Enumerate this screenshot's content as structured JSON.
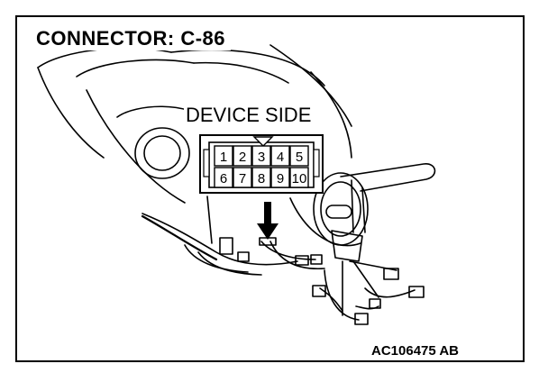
{
  "title": "CONNECTOR: C-86",
  "connector": {
    "side_label": "DEVICE SIDE",
    "pins_top": [
      "1",
      "2",
      "3",
      "4",
      "5"
    ],
    "pins_bottom": [
      "6",
      "7",
      "8",
      "9",
      "10"
    ]
  },
  "reference_code": "AC106475 AB",
  "colors": {
    "ink": "#000000",
    "paper": "#ffffff"
  }
}
